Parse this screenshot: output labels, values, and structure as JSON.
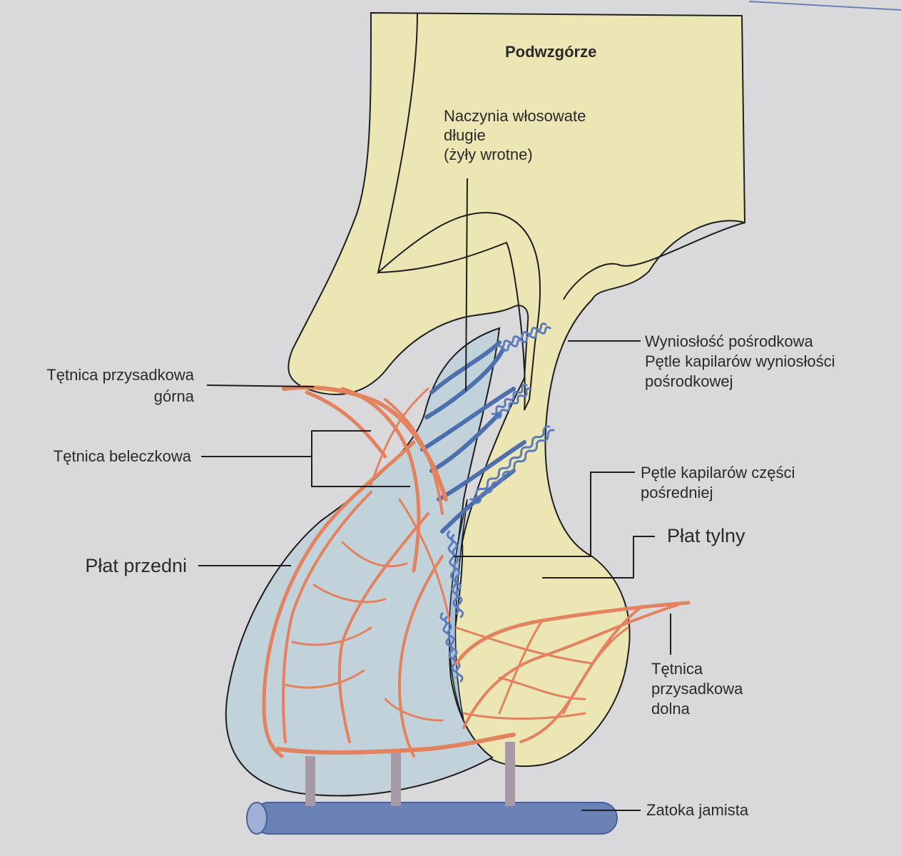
{
  "colors": {
    "background": "#d9d9db",
    "hypothalamus": "#ebe6b4",
    "anterior_lobe": "#c2d2da",
    "artery": "#e2825e",
    "portal_vessel": "#4d6fae",
    "capillary_loop": "#5c7cbf",
    "sinus": "#6a82b6",
    "line": "#1e1e1e"
  },
  "labels": {
    "podwzgorze": "Podwzgórze",
    "naczynia": [
      "Naczynia włosowate",
      "długie",
      "(żyły wrotne)"
    ],
    "wyniosloc": [
      "Wyniosłość pośrodkowa",
      "Pętle kapilarów wyniosłości",
      "pośrodkowej"
    ],
    "tetnica_gorna": [
      "Tętnica przysadkowa",
      "górna"
    ],
    "tetnica_beleczkowa": "Tętnica beleczkowa",
    "petle_posredniej": [
      "Pętle kapilarów części",
      "pośredniej"
    ],
    "plat_tylny": "Płat tylny",
    "plat_przedni": "Płat przedni",
    "tetnica_dolna": [
      "Tętnica",
      "przysadkowa",
      "dolna"
    ],
    "zatoka": "Zatoka jamista"
  }
}
